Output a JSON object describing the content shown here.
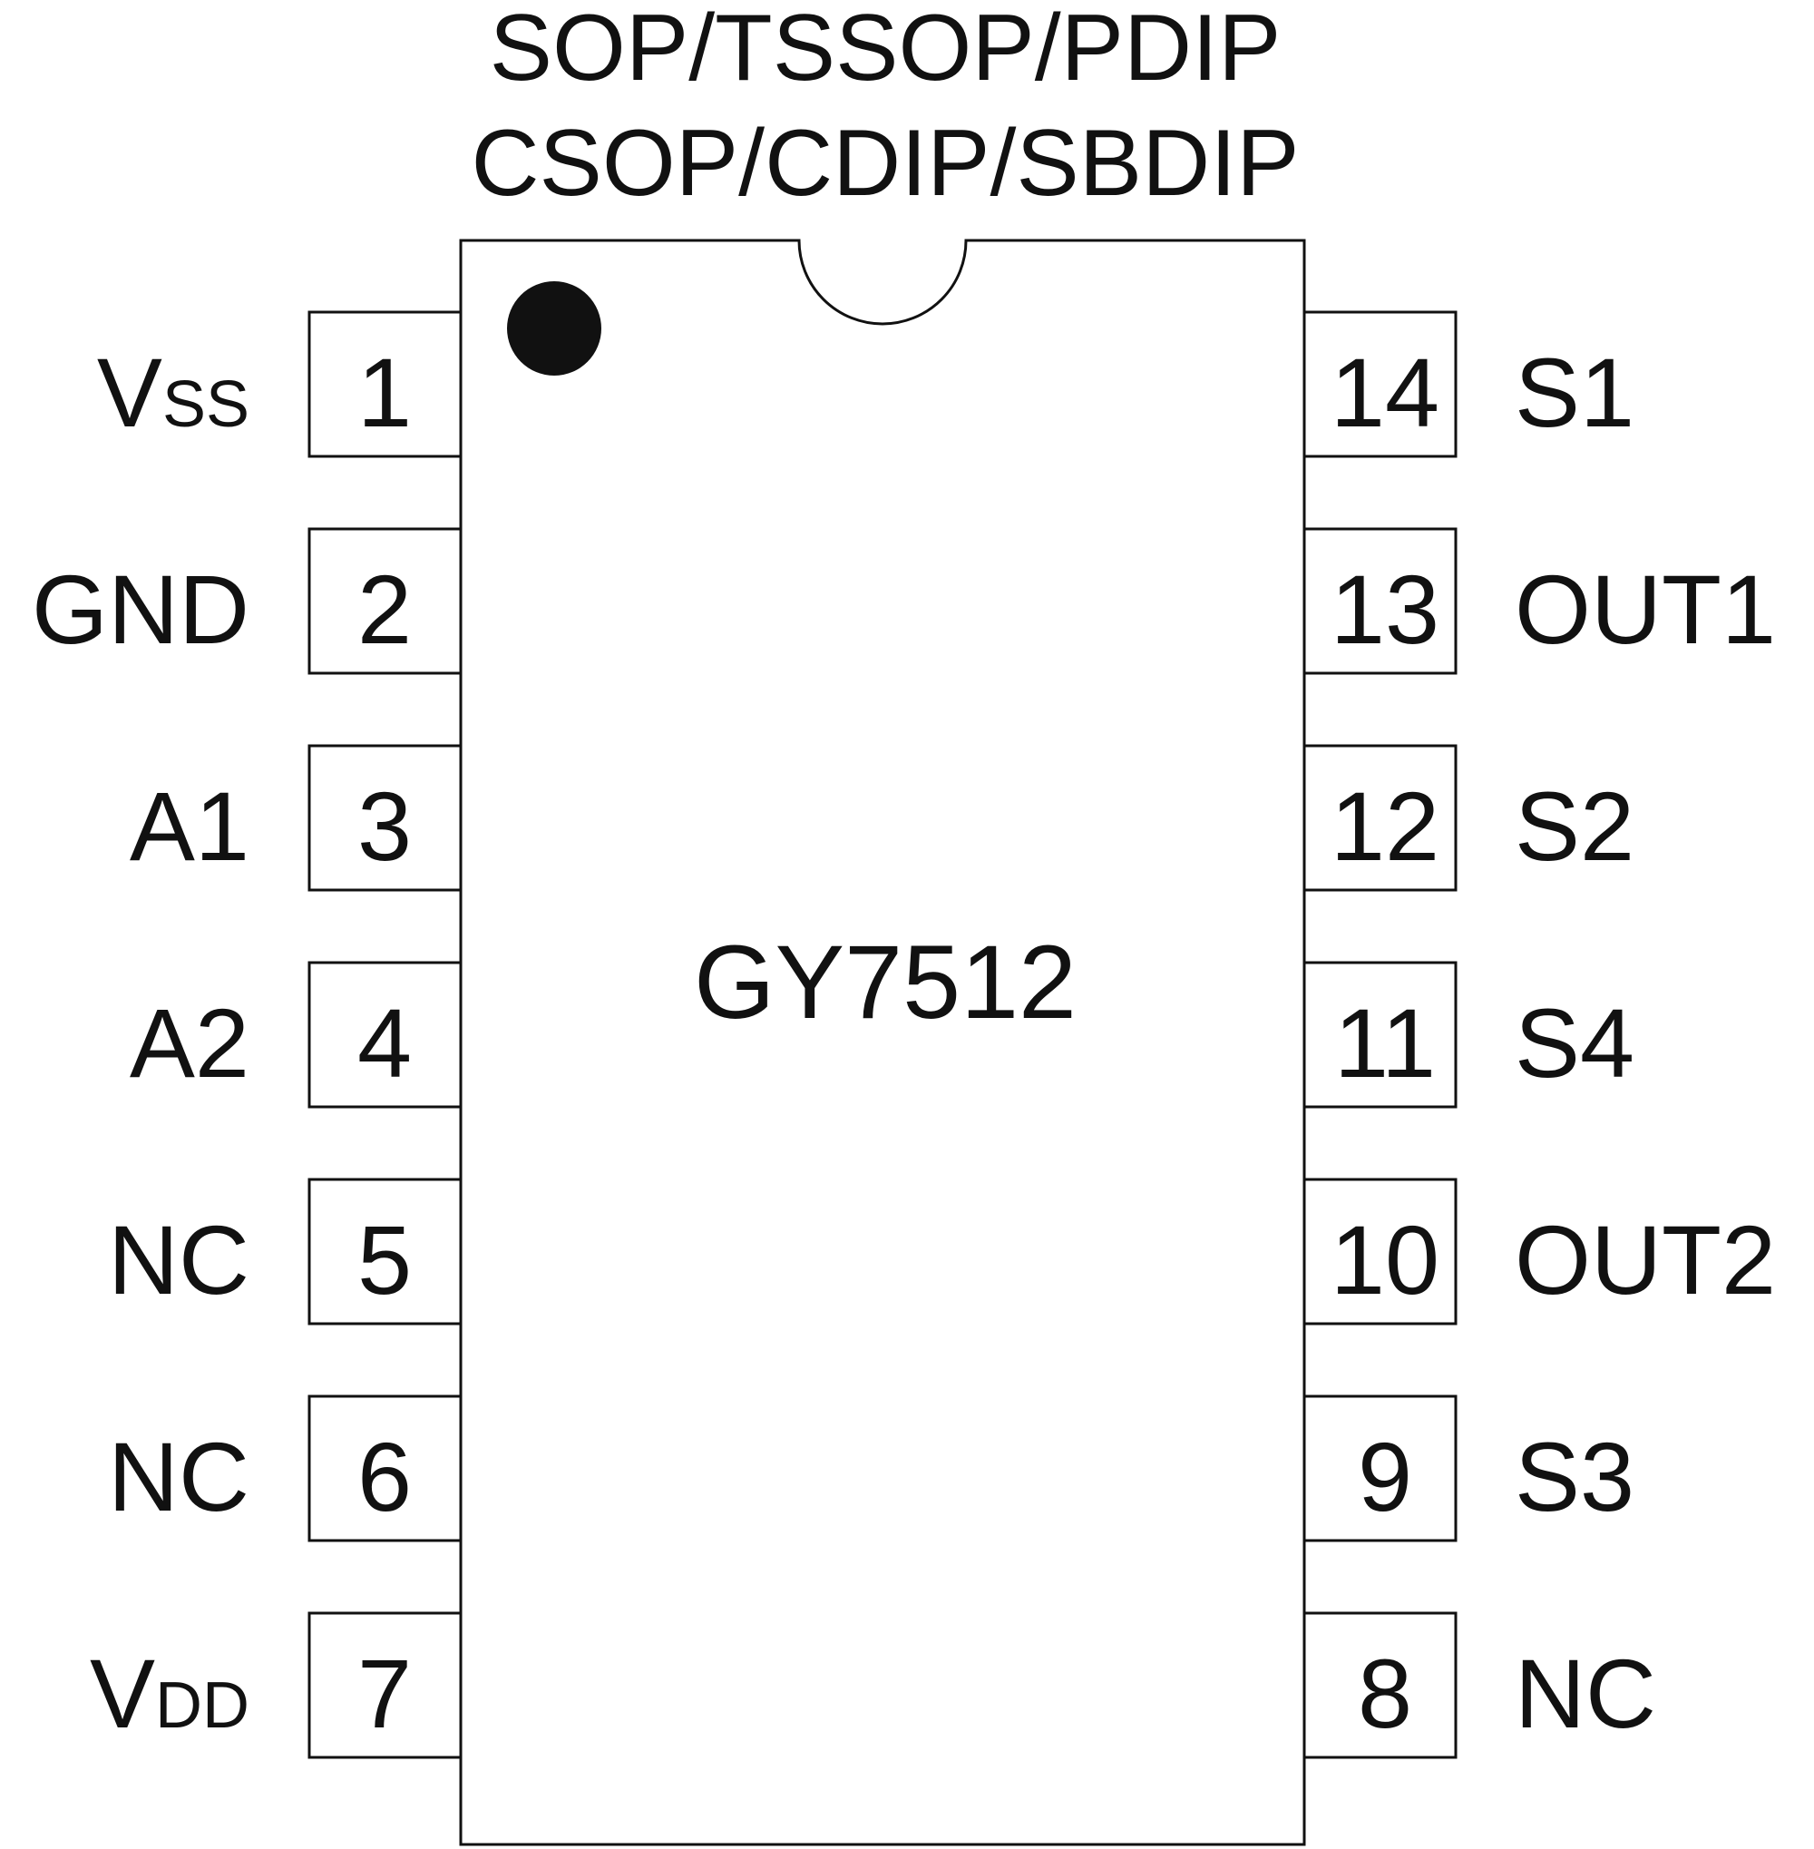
{
  "header": {
    "line1": "SOP/TSSOP/PDIP",
    "line2": "CSOP/CDIP/SBDIP"
  },
  "chip": {
    "name": "GY7512",
    "pin1_marker": "filled-dot"
  },
  "left_pins": [
    {
      "number": "1",
      "label": "V",
      "sub": "SS"
    },
    {
      "number": "2",
      "label": "GND",
      "sub": ""
    },
    {
      "number": "3",
      "label": "A1",
      "sub": ""
    },
    {
      "number": "4",
      "label": "A2",
      "sub": ""
    },
    {
      "number": "5",
      "label": "NC",
      "sub": ""
    },
    {
      "number": "6",
      "label": "NC",
      "sub": ""
    },
    {
      "number": "7",
      "label": "V",
      "sub": "DD"
    }
  ],
  "right_pins": [
    {
      "number": "14",
      "label": "S1",
      "sub": ""
    },
    {
      "number": "13",
      "label": "OUT1",
      "sub": ""
    },
    {
      "number": "12",
      "label": "S2",
      "sub": ""
    },
    {
      "number": "11",
      "label": "S4",
      "sub": ""
    },
    {
      "number": "10",
      "label": "OUT2",
      "sub": ""
    },
    {
      "number": "9",
      "label": "S3",
      "sub": ""
    },
    {
      "number": "8",
      "label": "NC",
      "sub": ""
    }
  ],
  "colors": {
    "stroke": "#111111",
    "background": "#ffffff"
  }
}
